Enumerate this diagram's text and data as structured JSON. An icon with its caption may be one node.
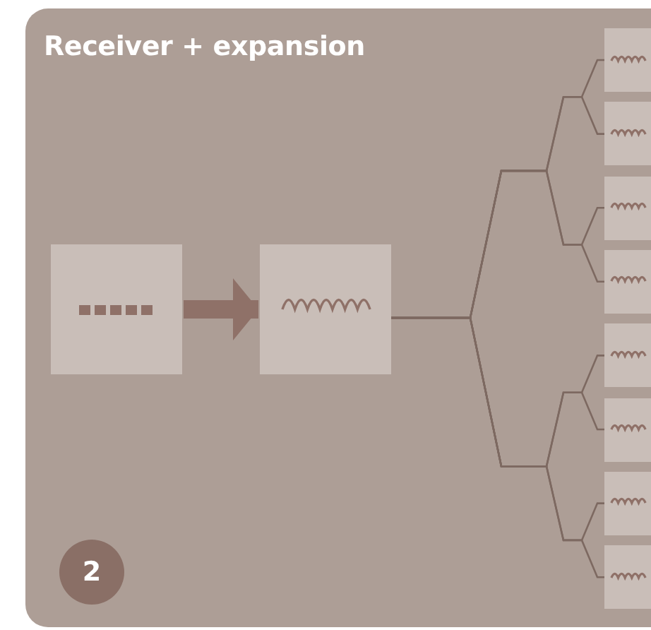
{
  "diagram": {
    "title": "Receiver + expansion",
    "nodes": [
      {
        "text": [],
        "shape": "box"
      },
      {
        "text": [],
        "shape": "box"
      },
      {
        "text": [],
        "shape": "box"
      },
      {
        "text": [],
        "shape": "box"
      },
      {
        "text": [],
        "shape": "box"
      },
      {
        "text": [],
        "shape": "box"
      },
      {
        "text": [],
        "shape": "box"
      },
      {
        "text": [],
        "shape": "box"
      },
      {
        "text": [],
        "shape": "box"
      },
      {
        "text": [],
        "shape": "box"
      }
    ],
    "edges": [
      {
        "from": 0,
        "to": 1,
        "arrow": "to",
        "style": "thick",
        "color": "#8f7168"
      },
      {
        "from": 1,
        "to": 2,
        "arrow": "none"
      },
      {
        "from": 1,
        "to": 3,
        "arrow": "none"
      },
      {
        "from": 1,
        "to": 4,
        "arrow": "none"
      },
      {
        "from": 1,
        "to": 5,
        "arrow": "none"
      },
      {
        "from": 1,
        "to": 6,
        "arrow": "none"
      },
      {
        "from": 1,
        "to": 7,
        "arrow": "none"
      },
      {
        "from": 1,
        "to": 8,
        "arrow": "none"
      },
      {
        "from": 1,
        "to": 9,
        "arrow": "none"
      }
    ],
    "labels": [
      "2"
    ]
  }
}
